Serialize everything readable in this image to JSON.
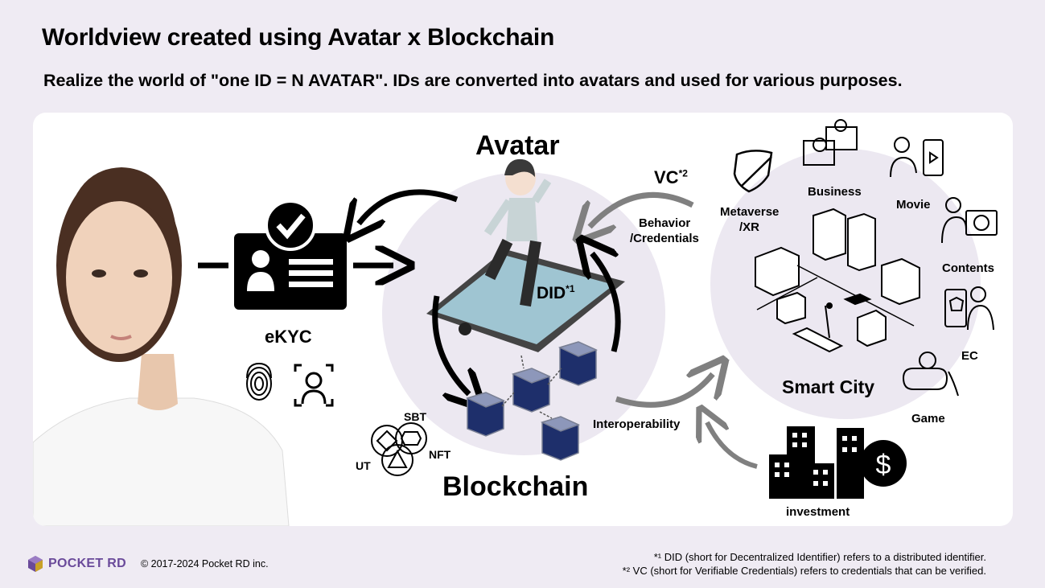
{
  "header": {
    "title": "Worldview created using Avatar x Blockchain",
    "subtitle": "Realize the world of \"one ID = N AVATAR\". IDs are converted into avatars and used for various purposes."
  },
  "diagram": {
    "avatar_label": "Avatar",
    "ekyc_label": "eKYC",
    "did_label": "DID",
    "did_marker": "*1",
    "vc_label": "VC",
    "vc_marker": "*2",
    "behavior_label_1": "Behavior",
    "behavior_label_2": "/Credentials",
    "blockchain_label": "Blockchain",
    "sbt_label": "SBT",
    "nft_label": "NFT",
    "ut_label": "UT",
    "interoperability_label": "Interoperability",
    "smart_city_label": "Smart City",
    "investment_label": "investment",
    "use_cases": {
      "metaverse_1": "Metaverse",
      "metaverse_2": "/XR",
      "business": "Business",
      "movie": "Movie",
      "contents": "Contents",
      "ec": "EC",
      "game": "Game"
    }
  },
  "footer": {
    "logo": "POCKET RD",
    "copyright": "© 2017-2024 Pocket RD inc.",
    "note_1": "*¹ DID (short for Decentralized Identifier) refers to a distributed identifier.",
    "note_2": "*² VC (short for Verifiable Credentials) refers to credentials that can be verified."
  },
  "colors": {
    "background": "#efebf3",
    "panel": "#ffffff",
    "circle": "#ece8f1",
    "cube": "#1e2f6b",
    "brand": "#6a4a9a"
  }
}
